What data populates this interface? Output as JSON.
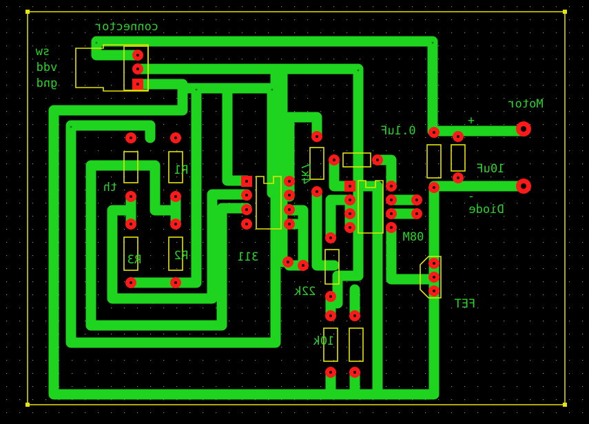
{
  "labels": {
    "connector": "connector",
    "sw": "sw",
    "vdd": "vdd",
    "gnd": "gnd",
    "motor": "Motor",
    "cap_small": "0.1uF",
    "cap_large": "10uF",
    "plus": "+",
    "minus": "-",
    "diode": "Diode",
    "d_part": "08M",
    "fet": "FET",
    "r1": "R1",
    "r2": "R2",
    "r3": "R3",
    "th": "th",
    "ic": "311",
    "r_4k7": "4k7",
    "r_22k": "22k",
    "r_10k": "10k"
  },
  "colors": {
    "background": "#000000",
    "copper": "#1fd41f",
    "silkscreen": "#e6e600",
    "pad": "#ff1a1a",
    "label_text": "#2bd42b"
  }
}
